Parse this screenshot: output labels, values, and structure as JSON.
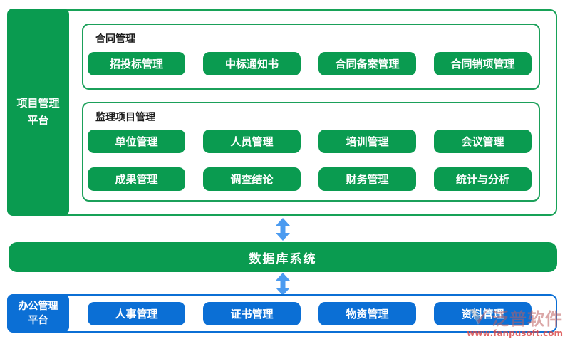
{
  "project_platform": {
    "label_line1": "项目管理",
    "label_line2": "平台",
    "contract_section": {
      "title": "合同管理",
      "buttons": [
        "招投标管理",
        "中标通知书",
        "合同备案管理",
        "合同销项管理"
      ]
    },
    "supervision_section": {
      "title": "监理项目管理",
      "buttons_row1": [
        "单位管理",
        "人员管理",
        "培训管理",
        "会议管理"
      ],
      "buttons_row2": [
        "成果管理",
        "调查结论",
        "财务管理",
        "统计与分析"
      ]
    }
  },
  "database_bar": {
    "label": "数据库系统"
  },
  "office_platform": {
    "label_line1": "办公管理",
    "label_line2": "平台",
    "buttons": [
      "人事管理",
      "证书管理",
      "物资管理",
      "资料管理"
    ]
  },
  "watermark": {
    "brand": "泛普软件",
    "url": "www.fanpusoft.com"
  },
  "colors": {
    "green": "#0a9b50",
    "green_border": "#1ba05a",
    "blue": "#0b6fd5",
    "arrow_blue": "#4b9bf0",
    "watermark_red": "#d94a4a"
  }
}
